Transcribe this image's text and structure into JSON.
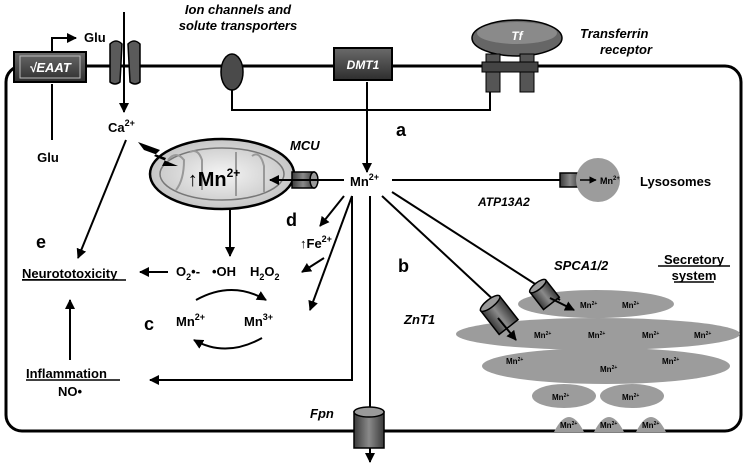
{
  "labels": {
    "ion_channels_line1": "Ion channels and",
    "ion_channels_line2": "solute transporters",
    "transferrin_line1": "Transferrin",
    "transferrin_line2": "receptor",
    "tf": "Tf",
    "eaat": "√EAAT",
    "dmt1": "DMT1",
    "glu_top": "Glu",
    "glu_left": "Glu",
    "ca": "Ca",
    "ca_sup": "2+",
    "mcu": "MCU",
    "mito_mn": "↑Mn",
    "mito_mn_sup": "2+",
    "mn_center": "Mn",
    "mn_center_sup": "2+",
    "lysosome_mn": "Mn",
    "lysosome_mn_sup": "2+",
    "lysosomes": "Lysosomes",
    "atp13a2": "ATP13A2",
    "fe": "↑Fe",
    "fe_sup": "2+",
    "neurotoxicity": "Neurototoxicity",
    "o2": "O",
    "o2_sub": "2",
    "o2_tail": "•-",
    "oh": "•OH",
    "h2o2_h": "H",
    "h2o2_sub1": "2",
    "h2o2_o": "O",
    "h2o2_sub2": "2",
    "mn2": "Mn",
    "mn2_sup": "2+",
    "mn3": "Mn",
    "mn3_sup": "3+",
    "inflammation": "Inflammation",
    "no": "NO•",
    "fpn": "Fpn",
    "znt1": "ZnT1",
    "spca": "SPCA1/2",
    "secretory_line1": "Secretory",
    "secretory_line2": "system",
    "letter_a": "a",
    "letter_b": "b",
    "letter_c": "c",
    "letter_d": "d",
    "letter_e": "e",
    "golgi_mn": "Mn",
    "golgi_mn_sup": "2+"
  }
}
